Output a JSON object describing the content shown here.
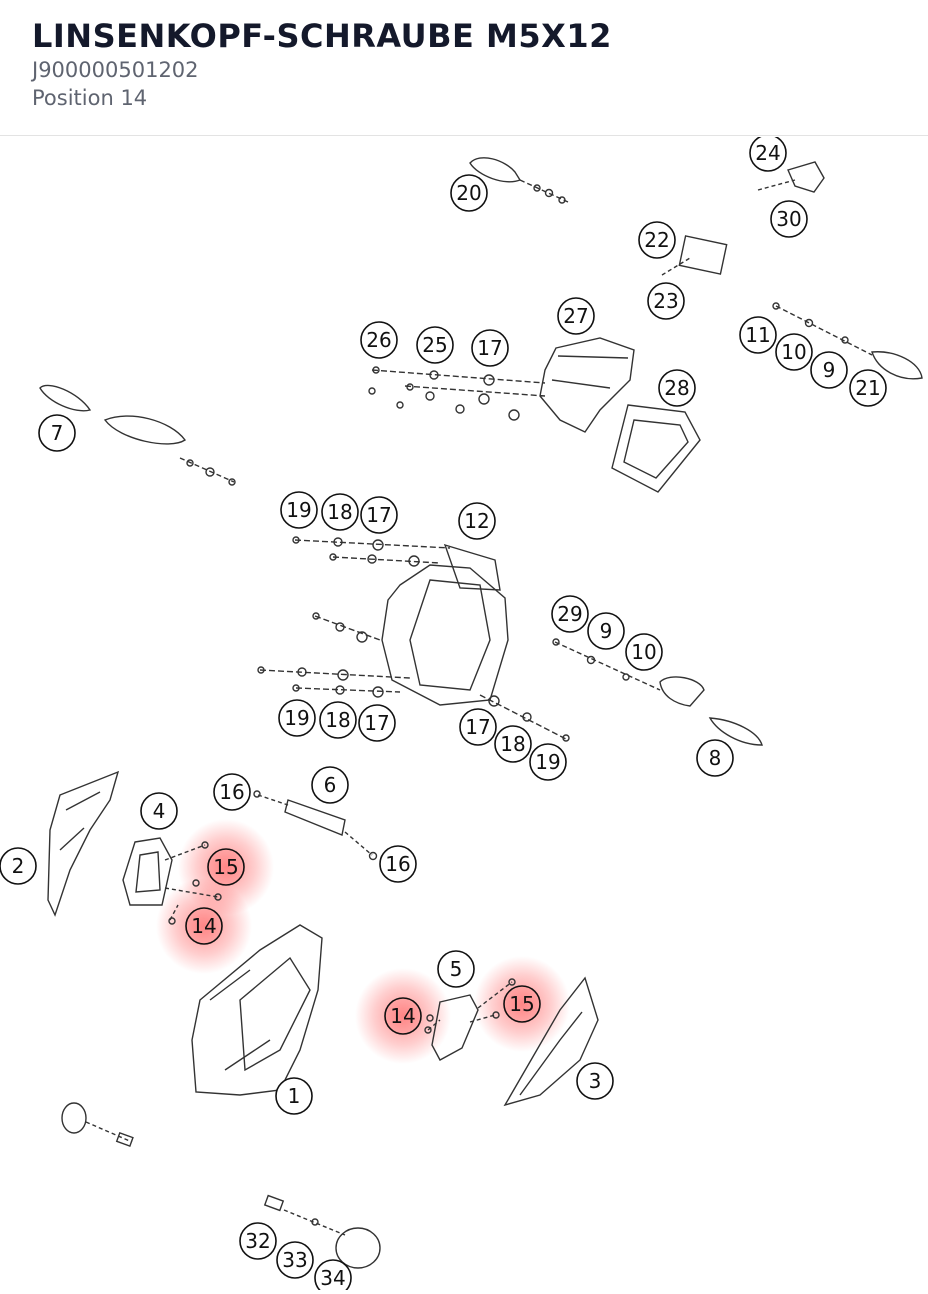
{
  "header": {
    "title": "LINSENKOPF-SCHRAUBE M5X12",
    "part_number": "J900000501202",
    "position": "Position 14"
  },
  "diagram": {
    "highlight_color": "#ff3b3b",
    "highlighted_position": "14",
    "callouts": [
      {
        "id": "c24",
        "label": "24"
      },
      {
        "id": "c20",
        "label": "20"
      },
      {
        "id": "c30",
        "label": "30"
      },
      {
        "id": "c22",
        "label": "22"
      },
      {
        "id": "c23",
        "label": "23"
      },
      {
        "id": "c27",
        "label": "27"
      },
      {
        "id": "c26",
        "label": "26"
      },
      {
        "id": "c25",
        "label": "25"
      },
      {
        "id": "c17a",
        "label": "17"
      },
      {
        "id": "c11",
        "label": "11"
      },
      {
        "id": "c10a",
        "label": "10"
      },
      {
        "id": "c9a",
        "label": "9"
      },
      {
        "id": "c21",
        "label": "21"
      },
      {
        "id": "c28",
        "label": "28"
      },
      {
        "id": "c7",
        "label": "7"
      },
      {
        "id": "c19a",
        "label": "19"
      },
      {
        "id": "c18a",
        "label": "18"
      },
      {
        "id": "c17b",
        "label": "17"
      },
      {
        "id": "c12",
        "label": "12"
      },
      {
        "id": "c29",
        "label": "29"
      },
      {
        "id": "c9b",
        "label": "9"
      },
      {
        "id": "c10b",
        "label": "10"
      },
      {
        "id": "c19b",
        "label": "19"
      },
      {
        "id": "c18b",
        "label": "18"
      },
      {
        "id": "c17c",
        "label": "17"
      },
      {
        "id": "c17d",
        "label": "17"
      },
      {
        "id": "c18c",
        "label": "18"
      },
      {
        "id": "c19c",
        "label": "19"
      },
      {
        "id": "c8",
        "label": "8"
      },
      {
        "id": "c16a",
        "label": "16"
      },
      {
        "id": "c6",
        "label": "6"
      },
      {
        "id": "c4",
        "label": "4"
      },
      {
        "id": "c2",
        "label": "2"
      },
      {
        "id": "c15a",
        "label": "15"
      },
      {
        "id": "c16b",
        "label": "16"
      },
      {
        "id": "c14a",
        "label": "14"
      },
      {
        "id": "c5",
        "label": "5"
      },
      {
        "id": "c14b",
        "label": "14"
      },
      {
        "id": "c15b",
        "label": "15"
      },
      {
        "id": "c3",
        "label": "3"
      },
      {
        "id": "c1",
        "label": "1"
      },
      {
        "id": "c32",
        "label": "32"
      },
      {
        "id": "c33",
        "label": "33"
      },
      {
        "id": "c34",
        "label": "34"
      }
    ]
  }
}
